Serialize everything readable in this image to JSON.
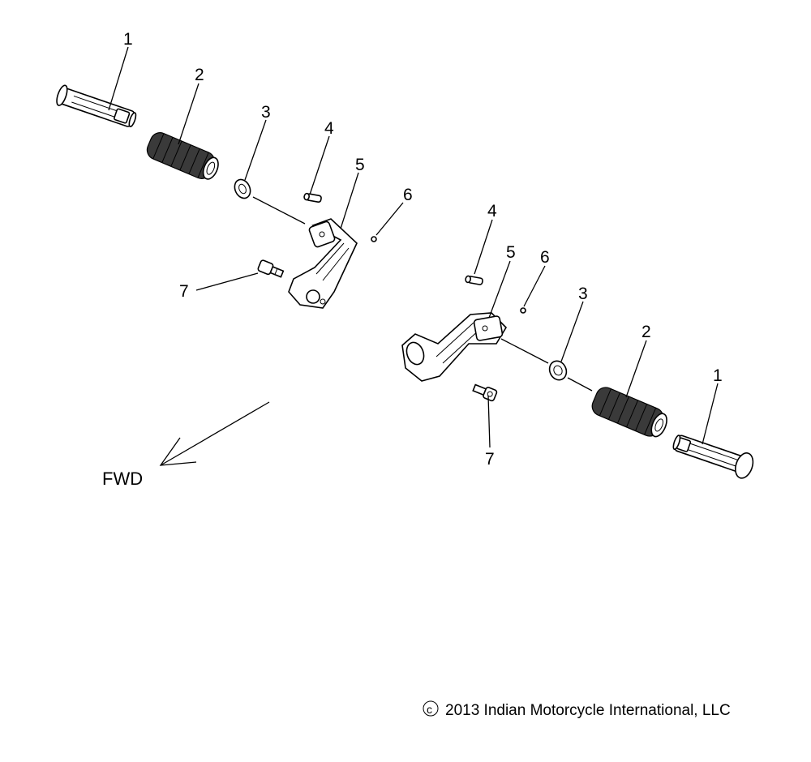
{
  "callouts": {
    "left": {
      "c1": "1",
      "c2": "2",
      "c3": "3",
      "c4": "4",
      "c5": "5",
      "c6": "6",
      "c7": "7"
    },
    "right": {
      "c1": "1",
      "c2": "2",
      "c3": "3",
      "c4": "4",
      "c5": "5",
      "c6": "6",
      "c7": "7"
    }
  },
  "direction_label": "FWD",
  "copyright": {
    "symbol": "c",
    "text": "2013 Indian Motorcycle International, LLC"
  }
}
